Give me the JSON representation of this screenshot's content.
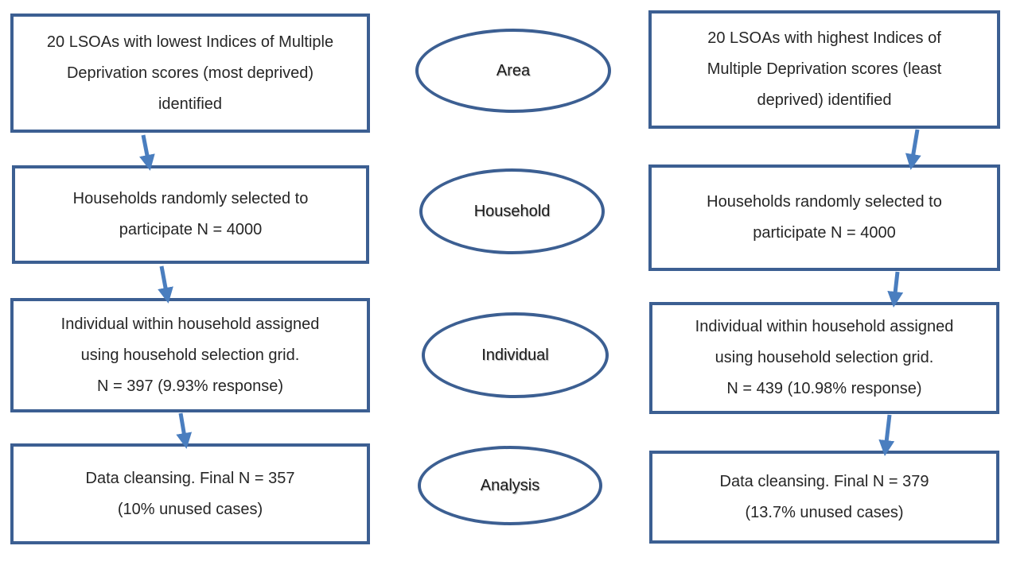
{
  "left_column": {
    "box1": [
      "20 LSOAs with lowest Indices of Multiple",
      "Deprivation scores (most deprived)",
      "identified"
    ],
    "box2": [
      "Households randomly selected to",
      "participate N = 4000"
    ],
    "box3": [
      "Individual within household assigned",
      "using household selection grid.",
      "N = 397 (9.93% response)"
    ],
    "box4": [
      "Data cleansing. Final N = 357",
      "(10% unused cases)"
    ]
  },
  "stages": {
    "area": "Area",
    "household": "Household",
    "individual": "Individual",
    "analysis": "Analysis"
  },
  "right_column": {
    "box1": [
      "20 LSOAs with highest Indices of",
      "Multiple Deprivation scores (least",
      "deprived) identified"
    ],
    "box2": [
      "Households randomly selected to",
      "participate N = 4000"
    ],
    "box3": [
      "Individual within household assigned",
      "using household selection grid.",
      "N = 439 (10.98% response)"
    ],
    "box4": [
      "Data cleansing. Final N = 379",
      "(13.7% unused cases)"
    ]
  },
  "colors": {
    "border": "#3c5f92",
    "arrow": "#4a7ebf"
  }
}
